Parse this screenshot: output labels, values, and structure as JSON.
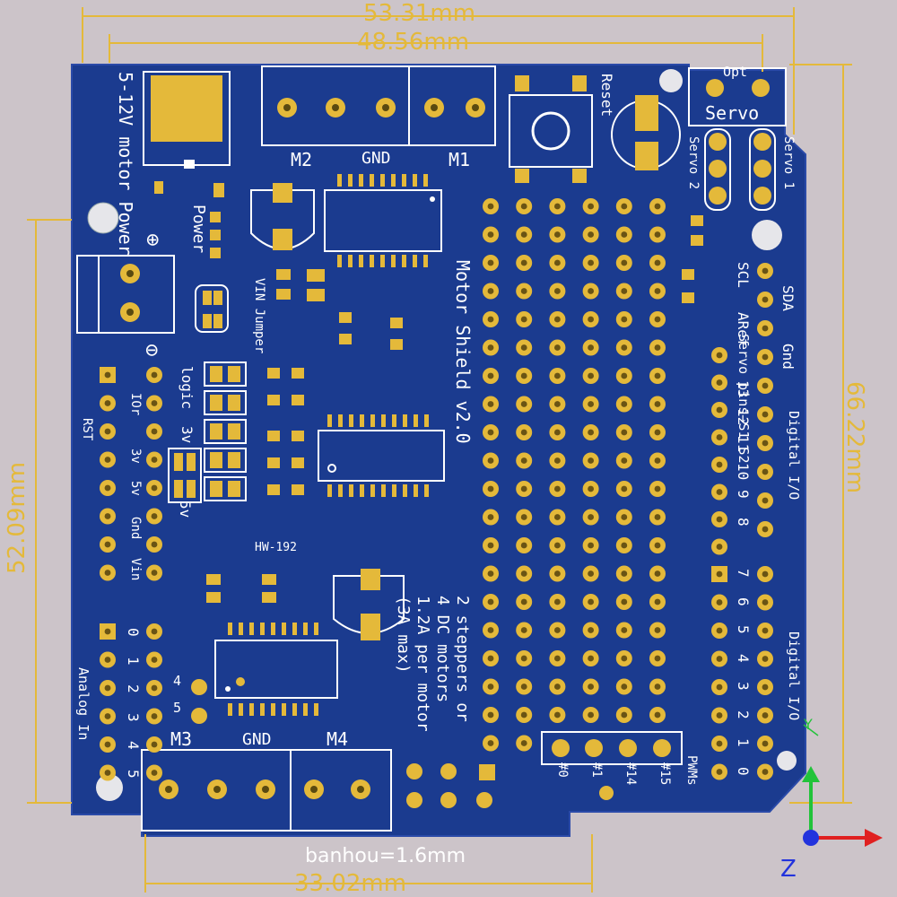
{
  "dimensions": {
    "top_outer": "53.31mm",
    "top_inner": "48.56mm",
    "right": "66.22mm",
    "left": "52.09mm",
    "bottom": "33.02mm"
  },
  "board": {
    "thickness_label": "banhou=1.6mm",
    "model": "HW-192",
    "title": "Motor Shield v2.0",
    "power_label": "5-12V motor Power",
    "power_pad_label": "Power",
    "plus_sign": "⊕",
    "minus_sign": "⊖",
    "vin_jumper": "VIN Jumper",
    "logic_label": "logic",
    "logic_3v": "3v",
    "logic_5v": "5v",
    "reset": "Reset",
    "opt": "Opt",
    "servo": "Servo",
    "servo_2": "Servo 2",
    "servo_1": "Servo 1",
    "servo_pins": "Servo pins→S1 S2",
    "scl": "SCL",
    "sda": "SDA",
    "aref": "ARef",
    "gnd_right": "Gnd",
    "digital_io": "Digital I/O",
    "digital_io_2": "Digital I/O",
    "pins_upper": [
      "13",
      "12",
      "11",
      "10",
      "9",
      "8"
    ],
    "pins_lower": [
      "7",
      "6",
      "5",
      "4",
      "3",
      "2",
      "1",
      "0"
    ],
    "left_header": [
      "IOr",
      "RST",
      "3v",
      "5v",
      "Gnd",
      "Gnd",
      "Vin"
    ],
    "analog_label": "Analog In",
    "analog_pins": [
      "0",
      "1",
      "2",
      "3",
      "4",
      "5"
    ],
    "extra_4": "4",
    "extra_5": "5",
    "motor_labels": {
      "m2": "M2",
      "gnd_top": "GND",
      "m1": "M1",
      "m3": "M3",
      "gnd_bottom": "GND",
      "m4": "M4"
    },
    "spec_lines": [
      "2 steppers or",
      "4 DC motors",
      "1.2A per motor",
      "(3A max)"
    ],
    "pwm_label": "PWMs",
    "pwm_pins": [
      "#0",
      "#1",
      "#14",
      "#15"
    ]
  },
  "axes": {
    "y": "Y",
    "z": "Z"
  },
  "colors": {
    "background": "#ccc4c9",
    "board": "#1b3b8f",
    "gold": "#e4b93a",
    "silk": "#ffffff",
    "axis_x": "#e02020",
    "axis_y": "#22c33a",
    "axis_z": "#2233dd"
  }
}
